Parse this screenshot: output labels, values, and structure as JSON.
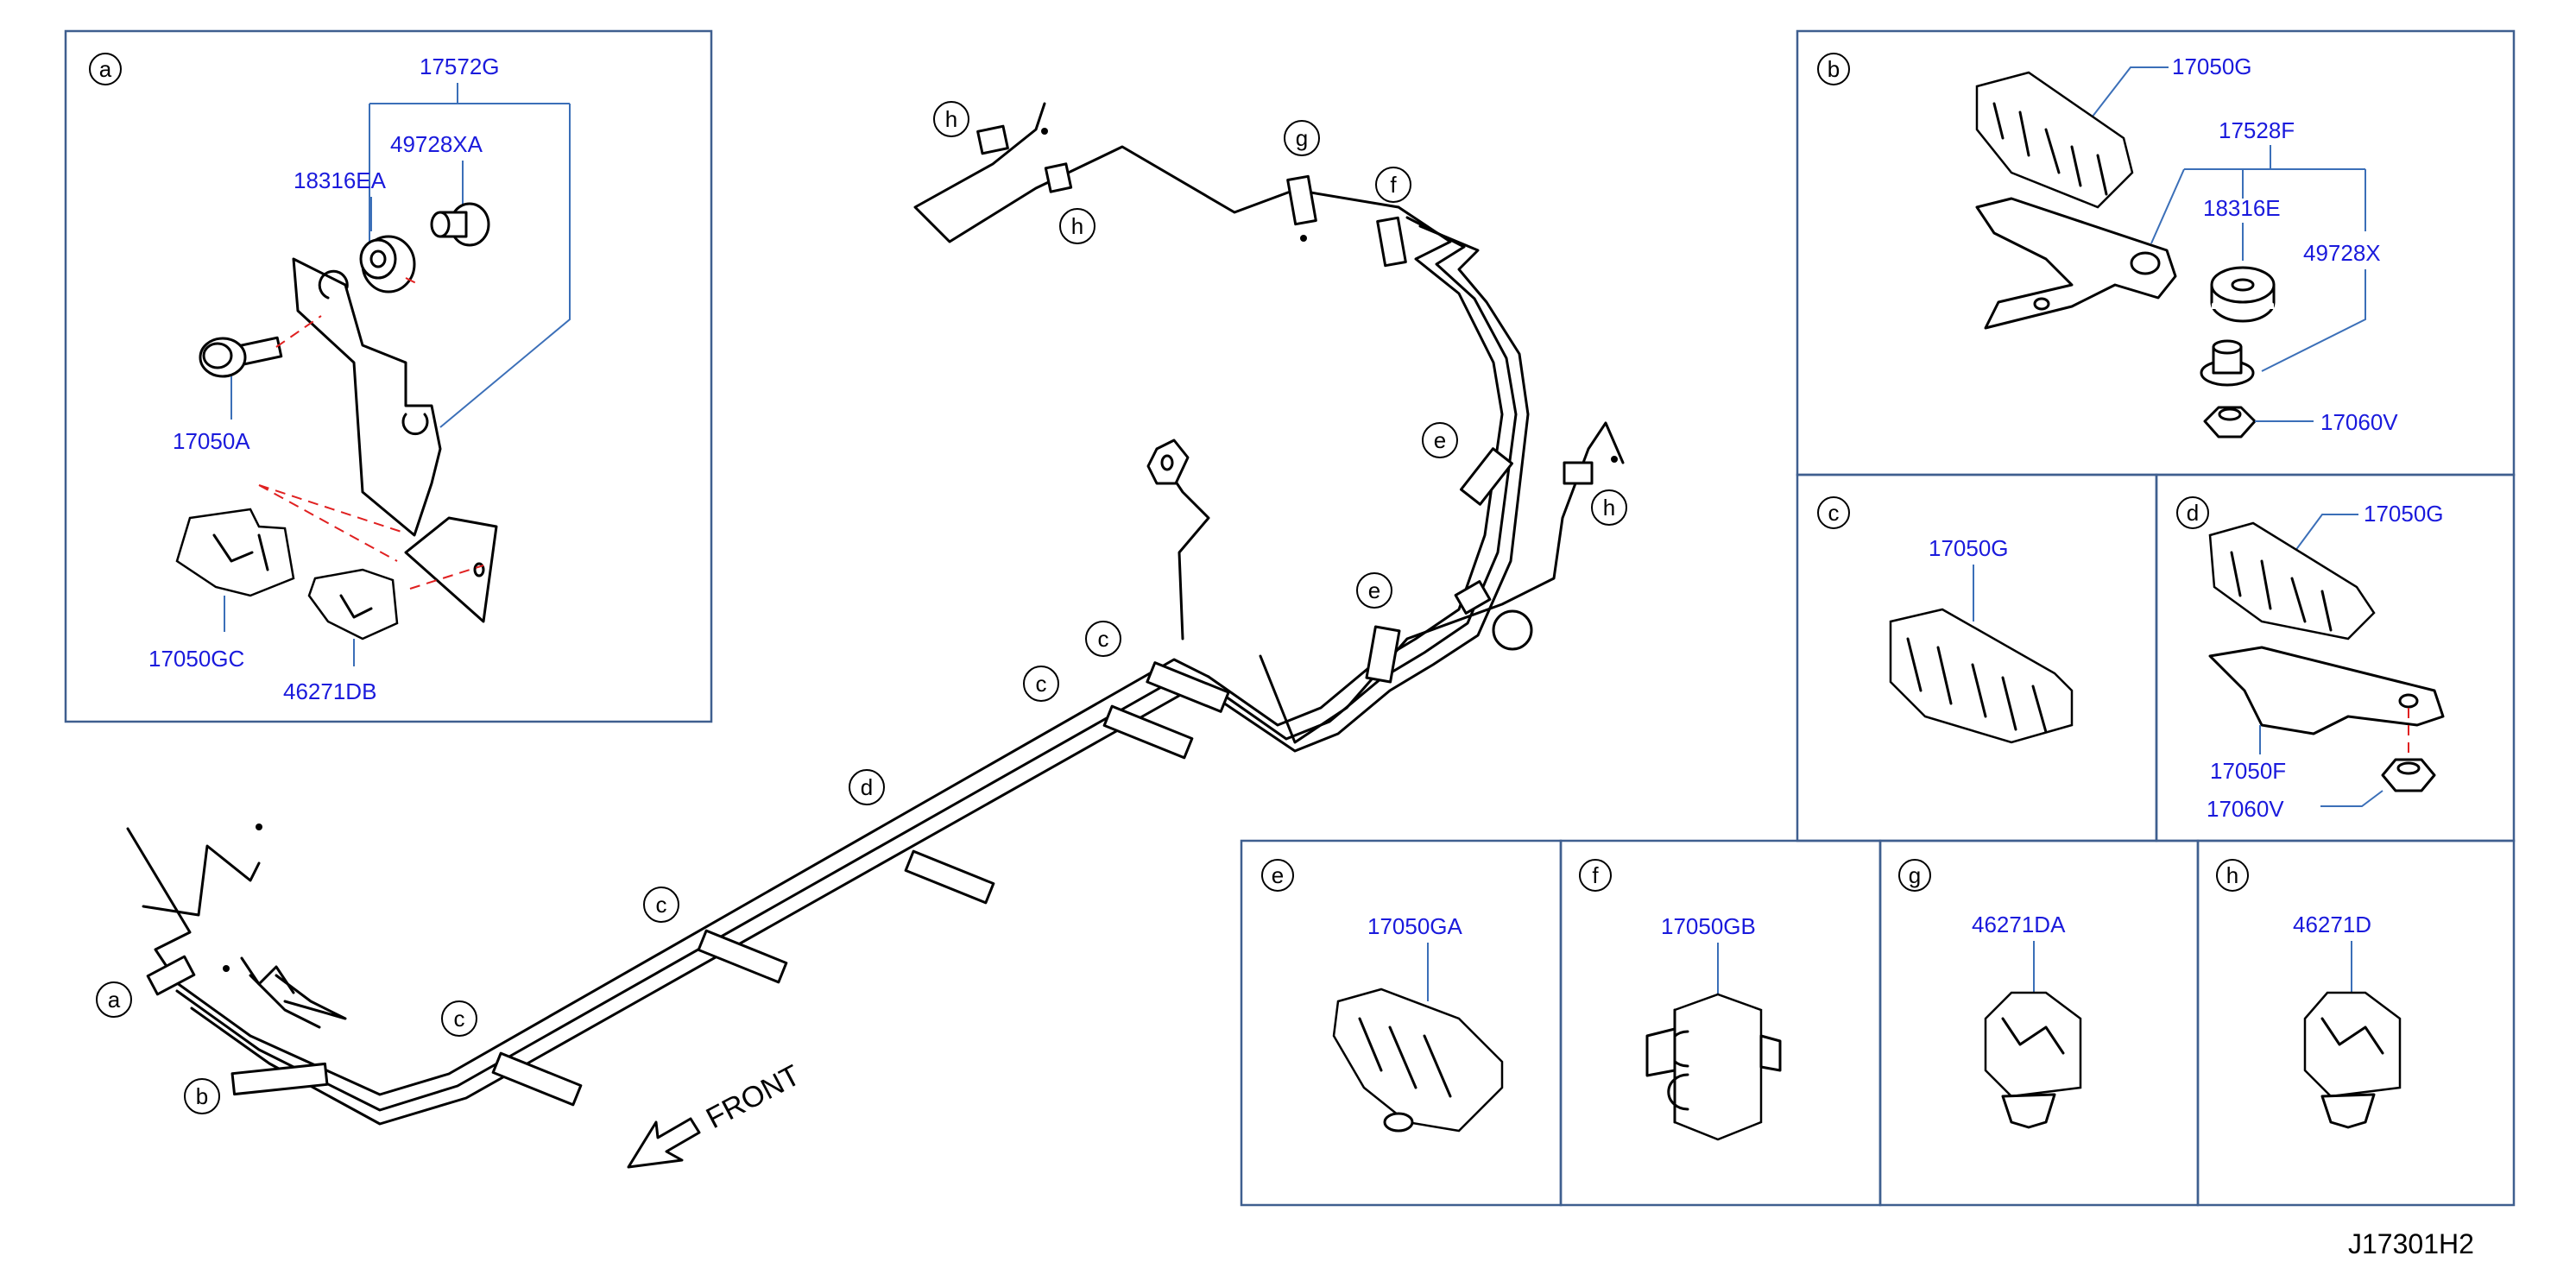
{
  "diagram_code": "J17301H2",
  "front_label": "FRONT",
  "panels": {
    "a": {
      "letter": "a",
      "parts": [
        "17572G",
        "49728XA",
        "18316EA",
        "17050A",
        "17050GC",
        "46271DB"
      ]
    },
    "b": {
      "letter": "b",
      "parts": [
        "17050G",
        "17528F",
        "18316E",
        "49728X",
        "17060V"
      ]
    },
    "c": {
      "letter": "c",
      "parts": [
        "17050G"
      ]
    },
    "d": {
      "letter": "d",
      "parts": [
        "17050G",
        "17050F",
        "17060V"
      ]
    },
    "e": {
      "letter": "e",
      "parts": [
        "17050GA"
      ]
    },
    "f": {
      "letter": "f",
      "parts": [
        "17050GB"
      ]
    },
    "g": {
      "letter": "g",
      "parts": [
        "46271DA"
      ]
    },
    "h": {
      "letter": "h",
      "parts": [
        "46271D"
      ]
    }
  },
  "main_callouts": {
    "h1": "h",
    "h2": "h",
    "h3": "h",
    "g1": "g",
    "f1": "f",
    "e1": "e",
    "e2": "e",
    "c1": "c",
    "c2": "c",
    "c3": "c",
    "c4": "c",
    "d1": "d",
    "a1": "a",
    "b1": "b"
  },
  "colors": {
    "part_number": "#1a1adc",
    "frame": "#3f5f8f",
    "leader": "#3b6fb8",
    "dash": "#e02020"
  }
}
